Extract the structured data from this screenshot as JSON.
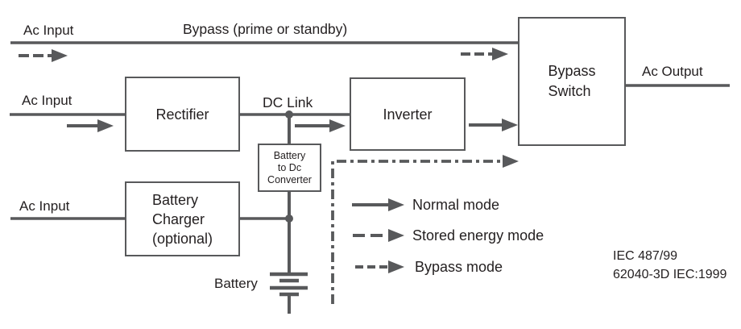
{
  "colors": {
    "line": "#58595b",
    "text": "#231f20",
    "background": "#ffffff"
  },
  "labels": {
    "ac_input_top": "Ac Input",
    "bypass_path": "Bypass (prime or standby)",
    "ac_input_mid": "Ac Input",
    "dc_link": "DC Link",
    "ac_output": "Ac Output",
    "ac_input_bottom": "Ac Input",
    "battery": "Battery"
  },
  "blocks": {
    "rectifier": "Rectifier",
    "inverter": "Inverter",
    "bypass_switch": "Bypass\nSwitch",
    "battery_to_dc_converter": "Battery\nto Dc\nConverter",
    "battery_charger": "Battery\nCharger\n(optional)"
  },
  "legend": {
    "items": [
      {
        "style": "solid",
        "label": "Normal mode"
      },
      {
        "style": "long-dash",
        "label": "Stored energy mode"
      },
      {
        "style": "short-dash",
        "label": "Bypass mode"
      }
    ]
  },
  "reference": "IEC 487/99\n62040-3D IEC:1999"
}
